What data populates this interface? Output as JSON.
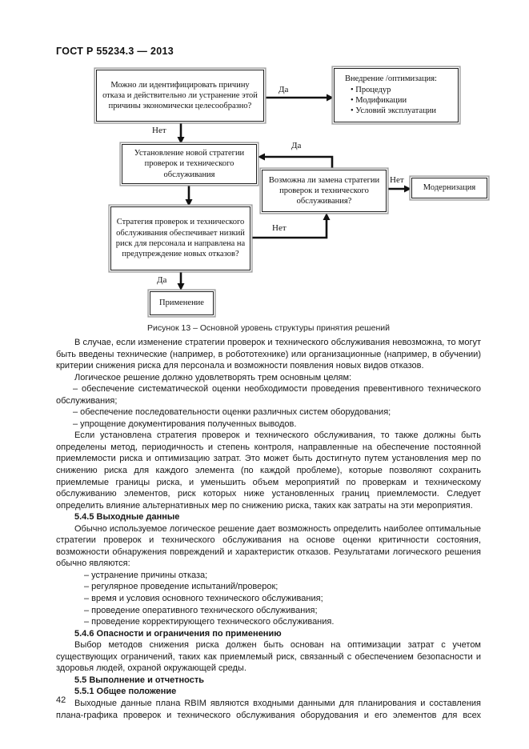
{
  "page": {
    "header": "ГОСТ Р 55234.3 — 2013",
    "page_number": "42"
  },
  "figure": {
    "caption": "Рисунок 13 – Основной уровень структуры принятия решений",
    "nodes": {
      "identify_cause": "Можно ли идентифицировать причину отказа и действительно ли устранение этой причины экономически целесообразно?",
      "implementation": {
        "title": "Внедрение /оптимизация:",
        "bullets": [
          "• Процедур",
          "• Модификации",
          "• Условий эксплуатации"
        ]
      },
      "new_strategy": "Установление новой стратегии проверок и технического обслуживания",
      "replace_strategy": "Возможна ли замена стратегии проверок и технического обслуживания?",
      "modernization": "Модернизация",
      "low_risk": "Стратегия проверок и технического обслуживания обеспечивает низкий риск для персонала и направлена на предупреждение новых отказов?",
      "application": "Применение"
    },
    "edge_labels": {
      "yes_top": "Да",
      "no_top": "Нет",
      "yes_loop": "Да",
      "no_modern": "Нет",
      "no_loop": "Нет",
      "yes_bottom": "Да"
    }
  },
  "body": {
    "paragraphs": [
      "В случае, если изменение стратегии проверок и технического обслуживания невозможна, то могут быть введены технические (например, в робототехнике) или организационные (например, в обучении) критерии снижения риска для персонала и возможности появления новых видов отказов.",
      "Логическое решение должно удовлетворять трем основным целям:",
      "– обеспечение систематической оценки необходимости проведения превентивного технического обслуживания;",
      "– обеспечение последовательности оценки различных систем оборудования;",
      "– упрощение документирования полученных выводов.",
      "Если установлена стратегия проверок и технического обслуживания, то также должны быть определены метод, периодичность и степень контроля, направленные на обеспечение постоянной приемлемости риска и оптимизацию затрат. Это может быть достигнуто путем установления мер по снижению риска для каждого элемента (по каждой проблеме), которые позволяют сохранить приемлемые границы риска, и уменьшить объем мероприятий по проверкам и техническому обслуживанию элементов, риск которых ниже установленных границ приемлемости. Следует определить влияние альтернативных мер по снижению риска, таких как затраты на эти мероприятия.",
      "5.4.5 Выходные данные",
      "Обычно используемое логическое решение дает возможность определить наиболее оптимальные стратегии проверок и технического обслуживания на основе оценки критичности состояния, возможности обнаружения повреждений и характеристик отказов. Результатами логического решения обычно являются:",
      "– устранение причины отказа;",
      "– регулярное проведение испытаний/проверок;",
      "– время и условия основного технического обслуживания;",
      "– проведение оперативного технического обслуживания;",
      "– проведение корректирующего технического обслуживания.",
      "5.4.6 Опасности и ограничения по применению",
      "Выбор методов снижения риска должен быть основан на оптимизации затрат с учетом существующих ограничений, таких как приемлемый риск, связанный с обеспечением безопасности и здоровья людей, охраной окружающей среды.",
      "5.5 Выполнение и отчетность",
      "5.5.1 Общее положение",
      "Выходные данные плана RBIM являются входными данными для планирования и составления плана-графика проверок и технического обслуживания оборудования и его элементов для всех"
    ]
  }
}
